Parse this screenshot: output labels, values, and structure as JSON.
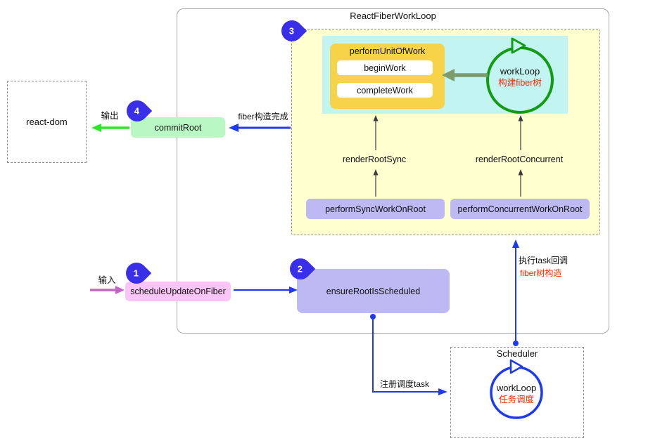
{
  "colors": {
    "badge-blue": "#3a2fe8",
    "arrow-blue": "#1d3af0",
    "arrow-green": "#2be82b",
    "arrow-pink": "#c564c8",
    "arrow-olive": "#7e9b6e",
    "arrow-dark": "#3a3a3a",
    "loop-green": "#149b14",
    "red-note": "#ff2600",
    "box-yellow": "#ffffd0",
    "box-cyan": "#c2f4f1",
    "box-gold": "#f6d348",
    "box-purple": "#bdb9f3",
    "box-pink": "#fbc6f7",
    "box-green": "#b9f7c4",
    "border-gray": "#a6a6a6",
    "dash-gray": "#8f8f8f"
  },
  "outer": {
    "title": "ReactFiberWorkLoop"
  },
  "scheduler_box": {
    "title": "Scheduler"
  },
  "nodes": {
    "react_dom": "react-dom",
    "commit_root": "commitRoot",
    "perform_unit_of_work": "performUnitOfWork",
    "begin_work": "beginWork",
    "complete_work": "completeWork",
    "render_root_sync": "renderRootSync",
    "render_root_concurrent": "renderRootConcurrent",
    "perform_sync_work_on_root": "performSyncWorkOnRoot",
    "perform_concurrent_work_on_root": "performConcurrentWorkOnRoot",
    "schedule_update_on_fiber": "scheduleUpdateOnFiber",
    "ensure_root_is_scheduled": "ensureRootIsScheduled"
  },
  "loops": {
    "fiber": {
      "label": "workLoop",
      "note": "构建fiber树"
    },
    "scheduler": {
      "label": "workLoop",
      "note": "任务调度"
    }
  },
  "edge_labels": {
    "output": "输出",
    "input": "输入",
    "fiber_done": "fiber构造完成",
    "register_task": "注册调度task",
    "exec_task": "执行task回调",
    "fiber_build": "fiber树构造"
  },
  "badges": {
    "b1": "1",
    "b2": "2",
    "b3": "3",
    "b4": "4"
  }
}
